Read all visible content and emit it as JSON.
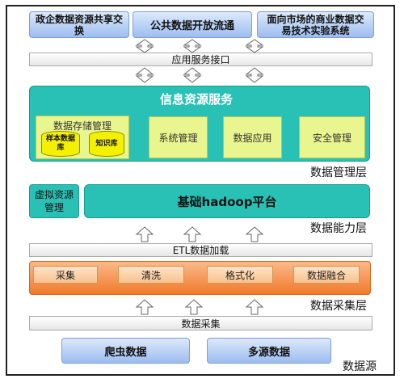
{
  "top_systems": [
    "政企数据资源共享交换",
    "公共数据开放流通",
    "面向市场的商业数据交易技术实验系统"
  ],
  "app_interface": "应用服务接口",
  "info_service": {
    "title": "信息资源服务",
    "storage": {
      "title": "数据存储管理",
      "db1": "样本数据库",
      "db2": "知识库"
    },
    "modules": [
      "系统管理",
      "数据应用",
      "安全管理"
    ]
  },
  "layers": {
    "management": "数据管理层",
    "capability": "数据能力层",
    "collection": "数据采集层",
    "source": "数据源"
  },
  "virtual_mgmt": "虚拟资源管理",
  "hadoop": "基础hadoop平台",
  "etl": "ETL数据加载",
  "collection_steps": [
    "采集",
    "清洗",
    "格式化",
    "数据融合"
  ],
  "data_collection": "数据采集",
  "sources": [
    "爬虫数据",
    "多源数据"
  ]
}
